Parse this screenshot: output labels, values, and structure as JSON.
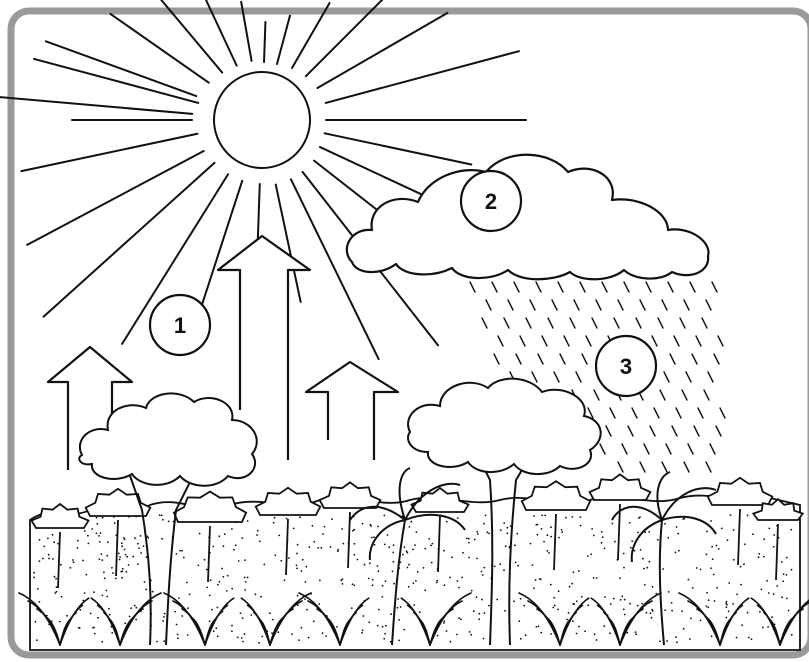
{
  "diagram": {
    "labels": [
      {
        "id": "1",
        "text": "1",
        "meaning": "upward-arrows"
      },
      {
        "id": "2",
        "text": "2",
        "meaning": "cloud"
      },
      {
        "id": "3",
        "text": "3",
        "meaning": "rain"
      }
    ],
    "colors": {
      "frame": "#9a9a9a",
      "ink": "#111111",
      "background": "#ffffff"
    },
    "icons": [
      "sun-icon",
      "cloud-icon",
      "rain-icon",
      "arrow-up-icon",
      "tree-icon",
      "palm-icon"
    ]
  }
}
